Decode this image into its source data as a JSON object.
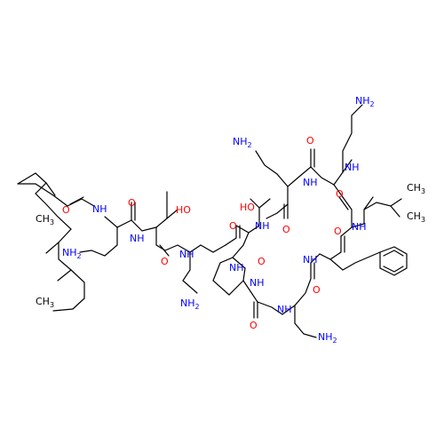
{
  "colors": {
    "bond": "#000000",
    "nitrogen": "#0000ff",
    "oxygen": "#ff0000",
    "carbon": "#000000",
    "background": "#ffffff"
  },
  "atoms": [
    {
      "id": "a_ch3_top",
      "label": "CH3",
      "element": "C"
    },
    {
      "id": "a_ch3_bot",
      "label": "CH3",
      "element": "C"
    },
    {
      "id": "a_o1",
      "label": "O",
      "element": "O"
    },
    {
      "id": "a_nh1",
      "label": "NH",
      "element": "N"
    },
    {
      "id": "a_nh2_1",
      "label": "NH2",
      "element": "N"
    },
    {
      "id": "a_o2",
      "label": "O",
      "element": "O"
    },
    {
      "id": "a_o3",
      "label": "O",
      "element": "O"
    },
    {
      "id": "a_nh2",
      "label": "NH",
      "element": "N"
    },
    {
      "id": "a_oh1",
      "label": "HO",
      "element": "O"
    },
    {
      "id": "a_nh3",
      "label": "NH",
      "element": "N"
    },
    {
      "id": "a_nh2_2",
      "label": "NH2",
      "element": "N"
    },
    {
      "id": "a_o4",
      "label": "O",
      "element": "O"
    },
    {
      "id": "a_oh2",
      "label": "HO",
      "element": "O"
    },
    {
      "id": "a_nh4",
      "label": "NH",
      "element": "N"
    },
    {
      "id": "a_o5",
      "label": "O",
      "element": "O"
    },
    {
      "id": "a_nh5",
      "label": "NH",
      "element": "N"
    },
    {
      "id": "a_o6",
      "label": "O",
      "element": "O"
    },
    {
      "id": "a_nh6",
      "label": "NH",
      "element": "N"
    },
    {
      "id": "a_nh2_3",
      "label": "NH2",
      "element": "N"
    },
    {
      "id": "a_nh7",
      "label": "NH",
      "element": "N"
    },
    {
      "id": "a_o7",
      "label": "O",
      "element": "O"
    },
    {
      "id": "a_nh2_4",
      "label": "NH2",
      "element": "N"
    },
    {
      "id": "a_o8",
      "label": "O",
      "element": "O"
    },
    {
      "id": "a_nh8",
      "label": "NH",
      "element": "N"
    },
    {
      "id": "a_o9",
      "label": "O",
      "element": "O"
    },
    {
      "id": "a_nh9",
      "label": "NH",
      "element": "N"
    },
    {
      "id": "a_ch3_leu1",
      "label": "CH3",
      "element": "C"
    },
    {
      "id": "a_ch3_leu2",
      "label": "CH3",
      "element": "C"
    },
    {
      "id": "a_o10",
      "label": "O",
      "element": "O"
    },
    {
      "id": "a_nh10",
      "label": "NH",
      "element": "N"
    },
    {
      "id": "a_o11",
      "label": "O",
      "element": "O"
    },
    {
      "id": "a_nh11",
      "label": "NH",
      "element": "N"
    },
    {
      "id": "a_nh2_5",
      "label": "NH2",
      "element": "N"
    }
  ]
}
